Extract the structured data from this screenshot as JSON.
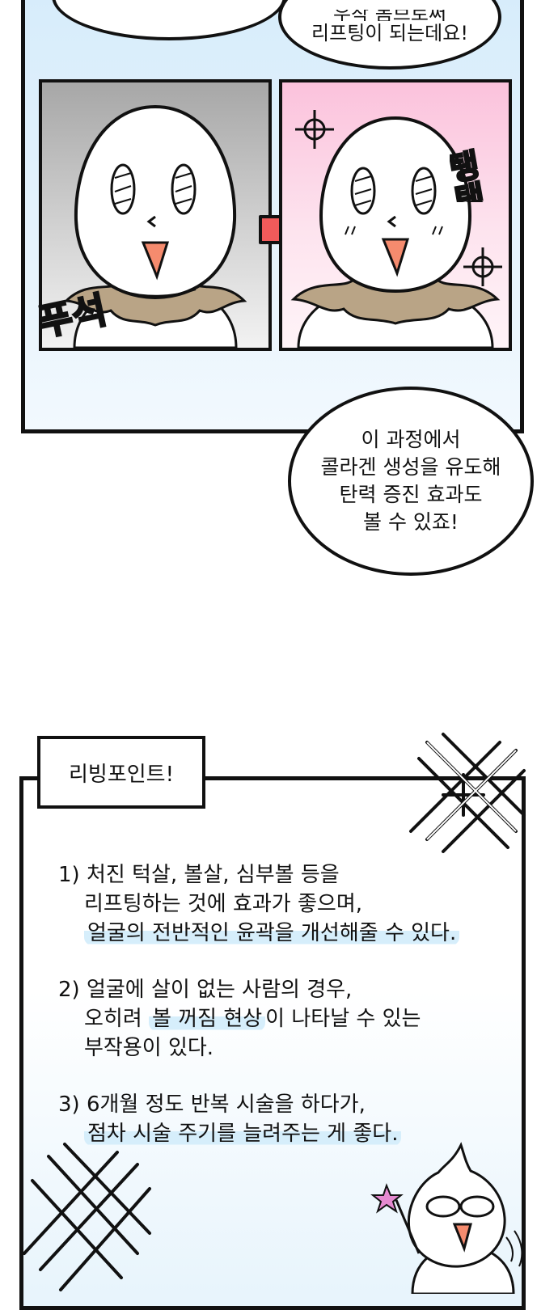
{
  "top_panel": {
    "bubble_right": {
      "partial_line": "우착 봄브로써",
      "line": "리프팅이 되는데요!"
    },
    "sfx_before": "푸석",
    "sfx_after": "탱탱"
  },
  "bubble_bottom": {
    "lines": [
      "이 과정에서",
      "콜라겐 생성을 유도해",
      "탄력 증진 효과도",
      "볼 수 있죠!"
    ]
  },
  "living_point": {
    "title": "리빙포인트!",
    "items": [
      {
        "num": "1)",
        "line1": "처진 턱살, 볼살, 심부볼 등을",
        "line2": "리프팅하는 것에 효과가 좋으며,",
        "line3": "얼굴의 전반적인 윤곽을 개선해줄 수 있다."
      },
      {
        "num": "2)",
        "line1": "얼굴에 살이 없는 사람의 경우,",
        "line2a": "오히려 ",
        "line2b": "볼 꺼짐 현상",
        "line2c": "이 나타날 수 있는",
        "line3": "부작용이 있다."
      },
      {
        "num": "3)",
        "line1": "6개월 정도 반복 시술을 하다가,",
        "line2": "점차 시술 주기를 늘려주는 게 좋다."
      }
    ]
  },
  "colors": {
    "panel_bg": "#d6ecfb",
    "before_bg": "#a7a7a7",
    "after_bg": "#fbc2dc",
    "arrow": "#f05a5a",
    "collar": "#b9a486",
    "mouth": "#f58b6e",
    "highlight": "#d6eefb"
  }
}
